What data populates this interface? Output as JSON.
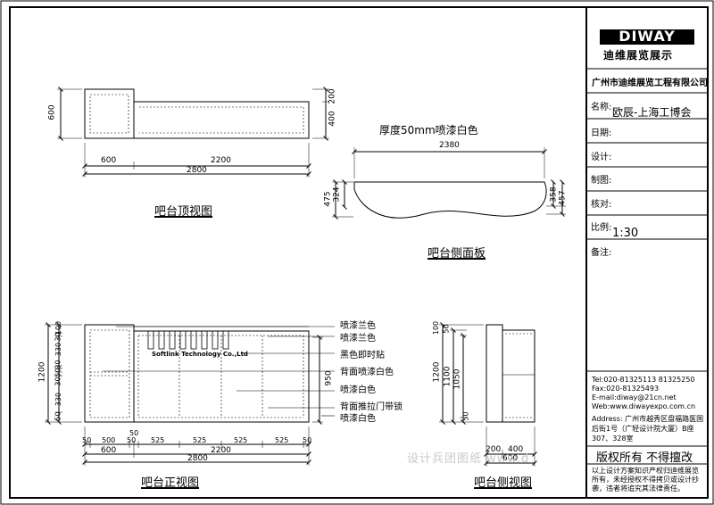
{
  "title_block": {
    "logo": "DIWAY",
    "logo_cn": "迪维展览展示",
    "company": "广州市迪维展览工程有限公司",
    "name_label": "名称:",
    "name_value": "欧辰-上海工博会",
    "date_label": "日期:",
    "design_label": "设计:",
    "draw_label": "制图:",
    "check_label": "核对:",
    "scale_label": "比例:",
    "scale_value": "1:30",
    "notes_label": "备注:",
    "contact": [
      "Tel:020-81325113 81325250",
      "Fax:020-81325493",
      "E-mail:diway@21cn.net",
      "Web:www.diwayexpo.com.cn"
    ],
    "address_lines": [
      "Address: 广州市越秀区盘福路医国",
      "后街1号（广轻设计院大厦）B座",
      "307、328室"
    ],
    "copyright": "版权所有  不得擅改",
    "disclaimer": [
      "以上设计方案知识产权归迪维展览",
      "所有，未经授权不得拷贝或设计抄",
      "袭，违者将追究其法律责任。"
    ]
  },
  "top_view": {
    "title": "吧台顶视图",
    "dim_depth": "600",
    "dim_top": "200",
    "dim_bottom": "400",
    "dim_left": "600",
    "dim_mid": "2200",
    "dim_total": "2800"
  },
  "side_panel": {
    "note": "厚度50mm喷漆白色",
    "title": "吧台侧面板",
    "dim_width": "2380",
    "dim_left_outer": "475",
    "dim_left_inner": "324",
    "dim_right_inner": "358",
    "dim_right_outer": "457"
  },
  "front_view": {
    "title": "吧台正视图",
    "brand": "Softlink Technology Co.,Ltd",
    "callouts": [
      "喷漆兰色",
      "喷漆兰色",
      "黑色即时贴",
      "背面喷漆白色",
      "喷漆白色",
      "背面推拉门带锁",
      "喷漆白色"
    ],
    "dims_left": [
      "100",
      "30",
      "330",
      "30",
      "50",
      "30",
      "330",
      "50"
    ],
    "dim_left_total": "1200",
    "dim_right": "950",
    "dim_step": "50",
    "dims_bottom": [
      "50",
      "500",
      "50",
      "525",
      "525",
      "525",
      "525",
      "50"
    ],
    "dim_b_left": "600",
    "dim_b_mid": "2200",
    "dim_total": "2800"
  },
  "side_view": {
    "title": "吧台侧视图",
    "dims_left": [
      "100",
      "50",
      "1200",
      "1100",
      "1050",
      "50"
    ],
    "dim_b_left": "200",
    "dim_b_right": "400",
    "dim_total": "600"
  },
  "watermark": "设计兵团图纸 www.d"
}
